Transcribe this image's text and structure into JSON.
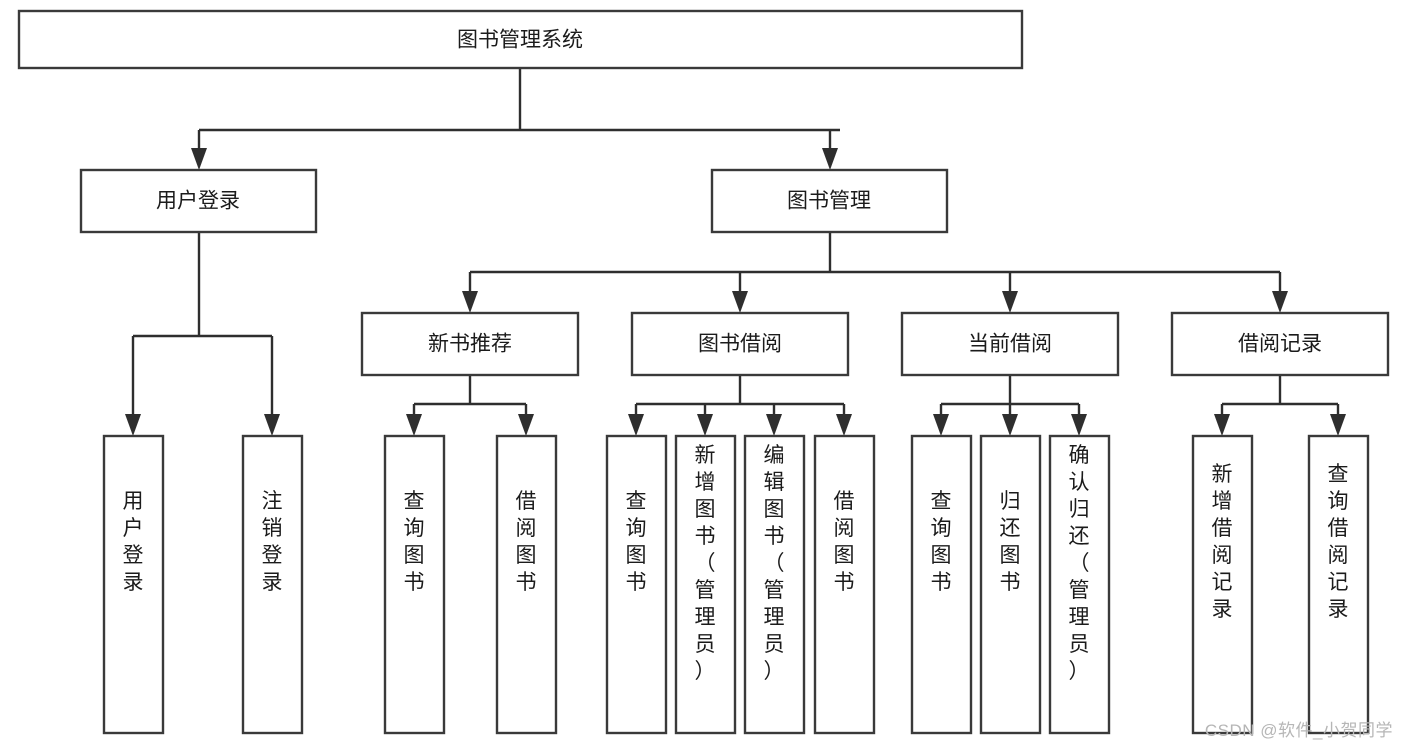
{
  "diagram": {
    "title": "图书管理系统",
    "watermark": "CSDN @软件_小贺同学",
    "type": "tree",
    "orientation": "top-down",
    "root": {
      "label": "图书管理系统"
    },
    "level2": [
      {
        "label": "用户登录"
      },
      {
        "label": "图书管理"
      }
    ],
    "level3": [
      {
        "label": "新书推荐"
      },
      {
        "label": "图书借阅"
      },
      {
        "label": "当前借阅"
      },
      {
        "label": "借阅记录"
      }
    ],
    "leaves": {
      "user_login": [
        {
          "label": "用户登录"
        },
        {
          "label": "注销登录"
        }
      ],
      "new_book": [
        {
          "label": "查询图书"
        },
        {
          "label": "借阅图书"
        }
      ],
      "book_borrow": [
        {
          "label": "查询图书"
        },
        {
          "label": "新增图书（管理员）"
        },
        {
          "label": "编辑图书（管理员）"
        },
        {
          "label": "借阅图书"
        }
      ],
      "current_borrow": [
        {
          "label": "查询图书"
        },
        {
          "label": "归还图书"
        },
        {
          "label": "确认归还（管理员）"
        }
      ],
      "borrow_record": [
        {
          "label": "新增借阅记录"
        },
        {
          "label": "查询借阅记录"
        }
      ]
    },
    "colors": {
      "stroke": "#2e2e2e",
      "fill": "#ffffff",
      "text": "#1b1b1b",
      "watermark": "#b6b6b6"
    }
  }
}
